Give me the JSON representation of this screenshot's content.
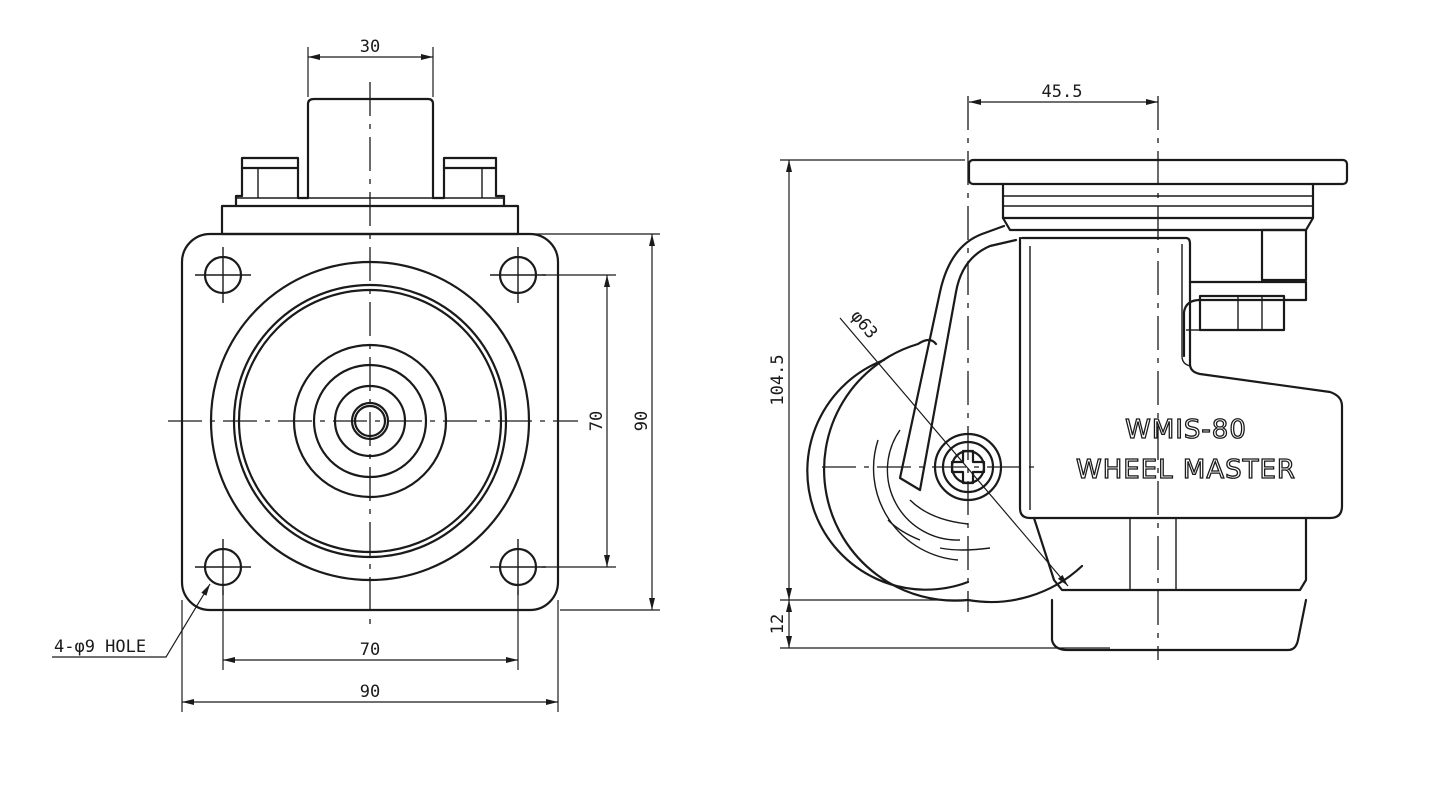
{
  "front_view": {
    "dims": {
      "stem_width": "30",
      "hole_spacing_vertical": "70",
      "plate_height": "90",
      "hole_spacing_horizontal": "70",
      "plate_width": "90"
    },
    "hole_callout": "4-φ9 HOLE"
  },
  "side_view": {
    "dims": {
      "offset": "45.5",
      "overall_height": "104.5",
      "wheel_diameter": "φ63",
      "leveler_lift": "12"
    },
    "model_text": "WMIS-80",
    "brand_text": "WHEEL MASTER"
  }
}
